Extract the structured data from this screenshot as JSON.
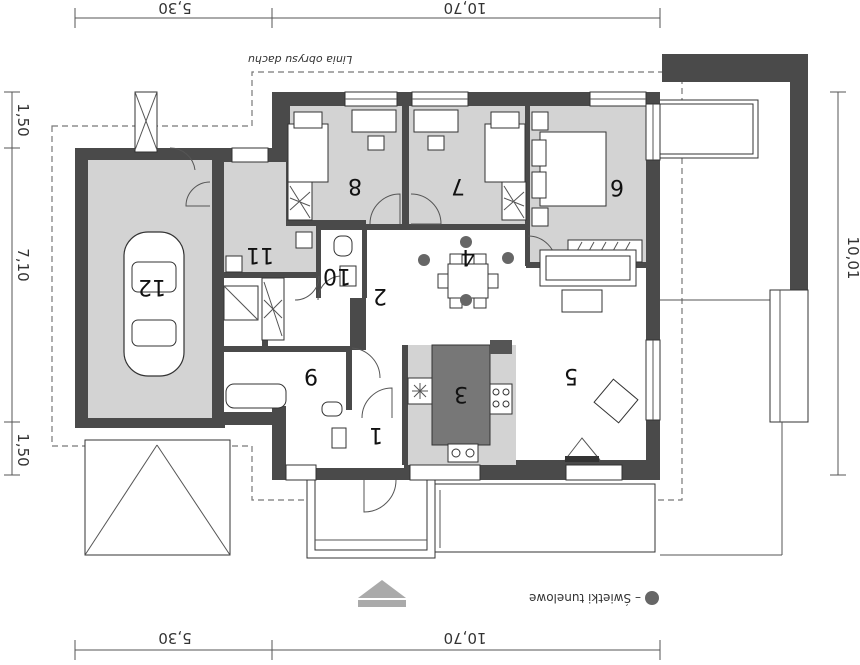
{
  "dimensions": {
    "top_left": "5,30",
    "top_right": "10,70",
    "bottom_left": "5,30",
    "bottom_right": "10,70",
    "left_top": "1,50",
    "left_middle": "7,10",
    "left_bottom": "1,50",
    "right_total": "10,01"
  },
  "roof_outline_label": "Linia obrysu dachu",
  "legend_label": "– Świetki tunelowe",
  "rooms": {
    "r1": "1",
    "r2": "2",
    "r3": "3",
    "r4": "4",
    "r5": "5",
    "r6": "6",
    "r7": "7",
    "r8": "8",
    "r9": "9",
    "r10": "10",
    "r11": "11",
    "r12": "12"
  },
  "colors": {
    "wall": "#4a4a4a",
    "room_fill": "#d3d3d3",
    "skylight": "#666666"
  }
}
